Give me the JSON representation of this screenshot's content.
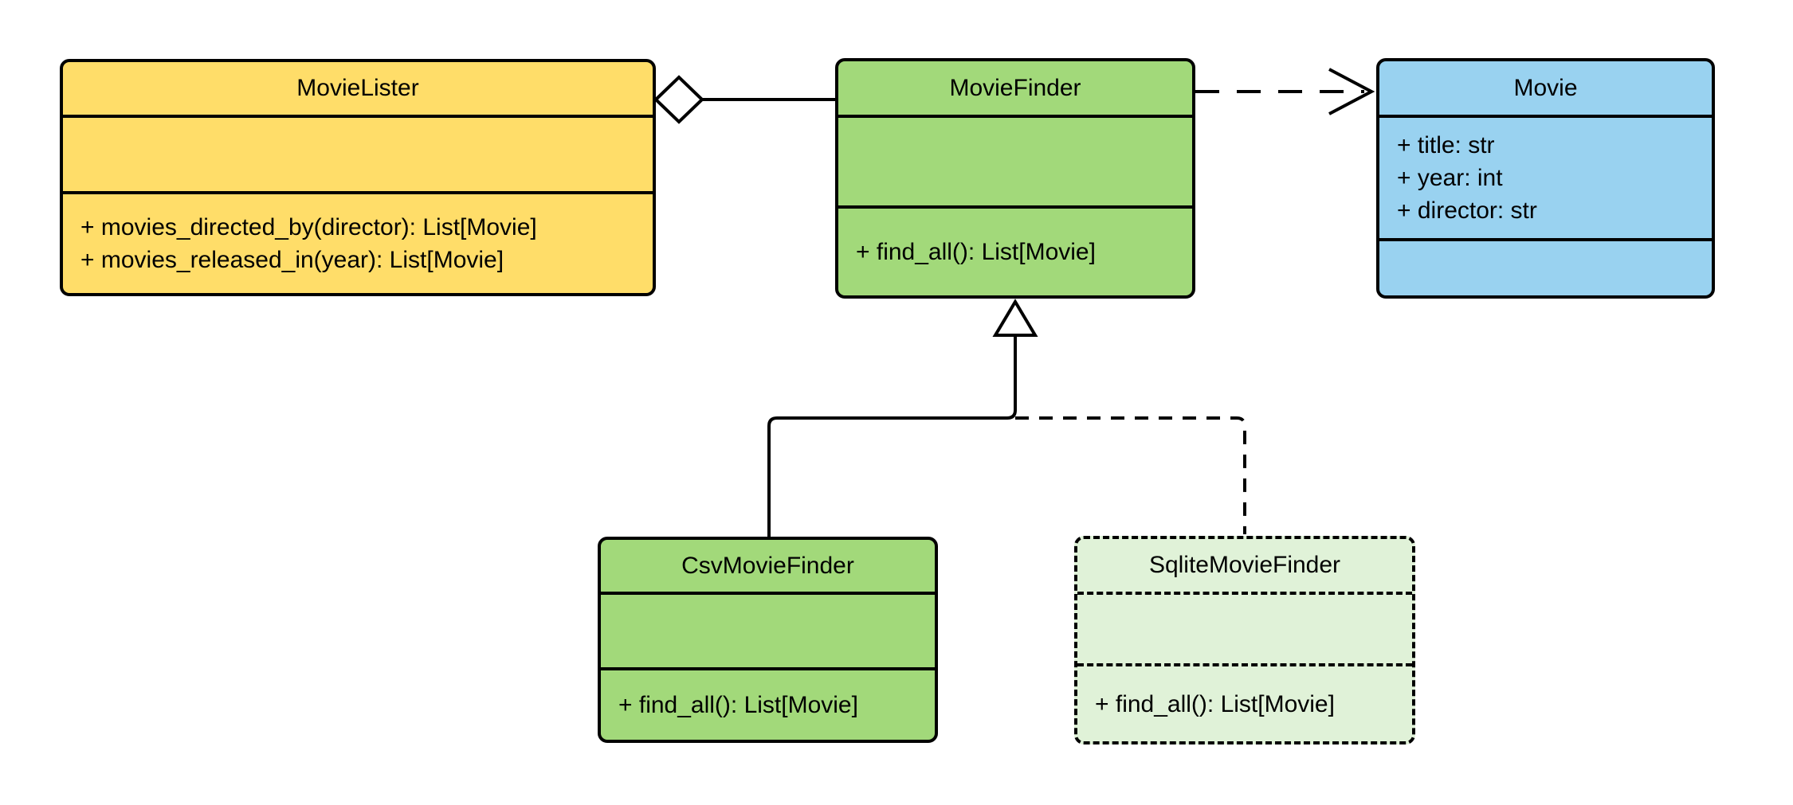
{
  "diagram": {
    "type": "uml-class-diagram",
    "classes": [
      {
        "name": "MovieLister",
        "attributes": [],
        "methods": [
          "+ movies_directed_by(director): List[Movie]",
          "+ movies_released_in(year): List[Movie]"
        ],
        "fill": "#FFDD69",
        "border": "solid"
      },
      {
        "name": "MovieFinder",
        "attributes": [],
        "methods": [
          "+ find_all(): List[Movie]"
        ],
        "fill": "#A2D97A",
        "border": "solid"
      },
      {
        "name": "Movie",
        "attributes": [
          "+ title: str",
          "+ year: int",
          "+ director: str"
        ],
        "methods": [],
        "fill": "#99D2F0",
        "border": "solid"
      },
      {
        "name": "CsvMovieFinder",
        "attributes": [],
        "methods": [
          "+ find_all(): List[Movie]"
        ],
        "fill": "#A2D97A",
        "border": "solid"
      },
      {
        "name": "SqliteMovieFinder",
        "attributes": [],
        "methods": [
          "+ find_all(): List[Movie]"
        ],
        "fill": "#E0F2D8",
        "border": "dashed"
      }
    ],
    "relationships": [
      {
        "type": "aggregation",
        "from": "MovieLister",
        "to": "MovieFinder",
        "line": "solid",
        "marker": "hollow-diamond"
      },
      {
        "type": "dependency",
        "from": "MovieFinder",
        "to": "Movie",
        "line": "dashed",
        "marker": "open-arrow"
      },
      {
        "type": "generalization",
        "from": "CsvMovieFinder",
        "to": "MovieFinder",
        "line": "solid",
        "marker": "hollow-triangle"
      },
      {
        "type": "generalization",
        "from": "SqliteMovieFinder",
        "to": "MovieFinder",
        "line": "dashed",
        "marker": "hollow-triangle"
      }
    ],
    "colors": {
      "stroke": "#000000",
      "background": "#FFFFFF",
      "movielister_fill": "#FFDD69",
      "moviefinder_fill": "#A2D97A",
      "movie_fill": "#99D2F0",
      "sqlitemoviefinder_fill": "#E0F2D8"
    }
  }
}
